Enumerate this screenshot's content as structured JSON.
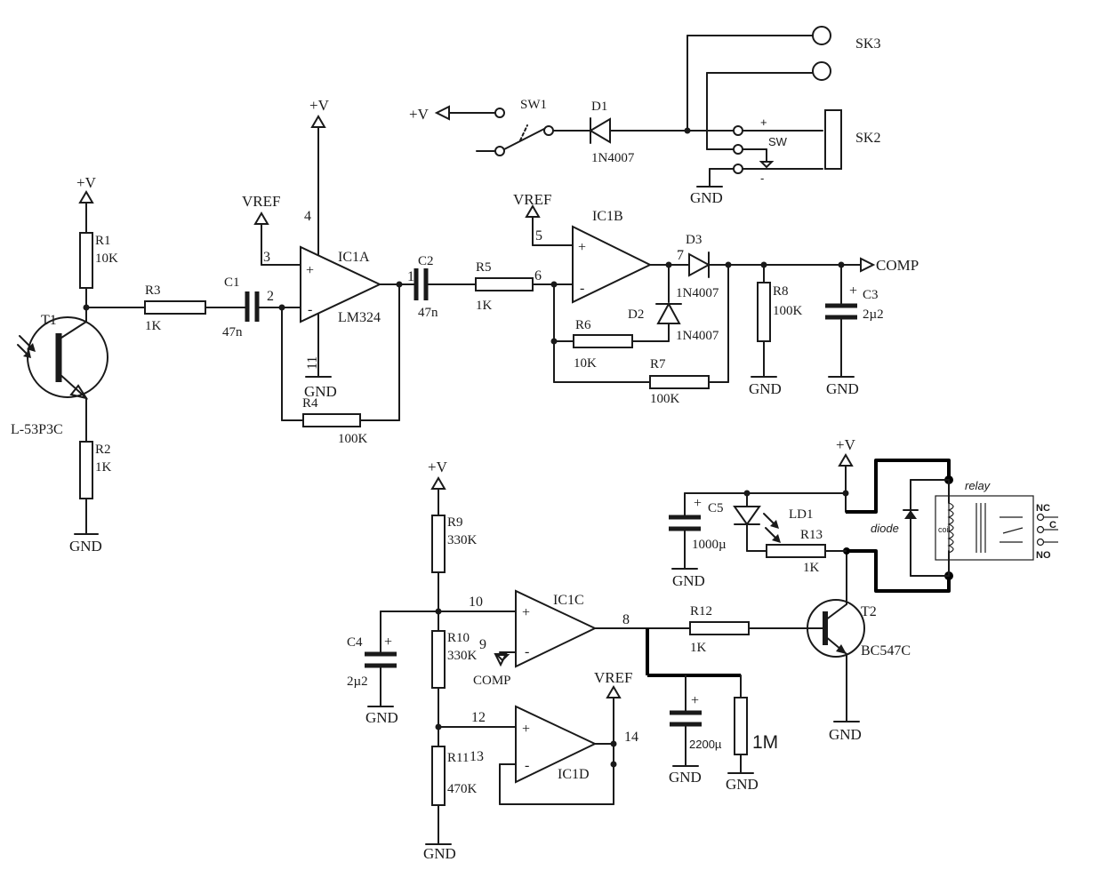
{
  "nets": {
    "vplus": "+V",
    "vref": "VREF",
    "gnd": "GND",
    "comp": "COMP"
  },
  "components": {
    "t1": {
      "ref": "T1",
      "value": "L-53P3C"
    },
    "t2": {
      "ref": "T2",
      "value": "BC547C"
    },
    "r1": {
      "ref": "R1",
      "value": "10K"
    },
    "r2": {
      "ref": "R2",
      "value": "1K"
    },
    "r3": {
      "ref": "R3",
      "value": "1K"
    },
    "r4": {
      "ref": "R4",
      "value": "100K"
    },
    "r5": {
      "ref": "R5",
      "value": "1K"
    },
    "r6": {
      "ref": "R6",
      "value": "10K"
    },
    "r7": {
      "ref": "R7",
      "value": "100K"
    },
    "r8": {
      "ref": "R8",
      "value": "100K"
    },
    "r9": {
      "ref": "R9",
      "value": "330K"
    },
    "r10": {
      "ref": "R10",
      "value": "330K"
    },
    "r11": {
      "ref": "R11",
      "value": "470K"
    },
    "r12": {
      "ref": "R12",
      "value": "1K"
    },
    "r13": {
      "ref": "R13",
      "value": "1K"
    },
    "r_added": {
      "value": "1M"
    },
    "c1": {
      "ref": "C1",
      "value": "47n"
    },
    "c2": {
      "ref": "C2",
      "value": "47n"
    },
    "c3": {
      "ref": "C3",
      "value": "2µ2"
    },
    "c4": {
      "ref": "C4",
      "value": "2µ2"
    },
    "c5": {
      "ref": "C5",
      "value": "1000µ"
    },
    "c_added": {
      "value": "2200µ"
    },
    "d1": {
      "ref": "D1",
      "value": "1N4007"
    },
    "d2": {
      "ref": "D2",
      "value": "1N4007"
    },
    "d3": {
      "ref": "D3",
      "value": "1N4007"
    },
    "ld1": {
      "ref": "LD1"
    },
    "ic1a": {
      "ref": "IC1A",
      "value": "LM324"
    },
    "ic1b": {
      "ref": "IC1B"
    },
    "ic1c": {
      "ref": "IC1C"
    },
    "ic1d": {
      "ref": "IC1D"
    },
    "sw1": {
      "ref": "SW1"
    },
    "sk2": {
      "ref": "SK2"
    },
    "sk3": {
      "ref": "SK3"
    }
  },
  "relay": {
    "title": "relay",
    "coil": "coil",
    "diode": "diode",
    "nc": "NC",
    "c": "C",
    "no": "NO"
  },
  "pins": {
    "p1": "1",
    "p2": "2",
    "p3": "3",
    "p4": "4",
    "p5": "5",
    "p6": "6",
    "p7": "7",
    "p8": "8",
    "p9": "9",
    "p10": "10",
    "p11": "11",
    "p12": "12",
    "p13": "13",
    "p14": "14",
    "plus": "+",
    "minus": "-",
    "sw": "SW"
  }
}
